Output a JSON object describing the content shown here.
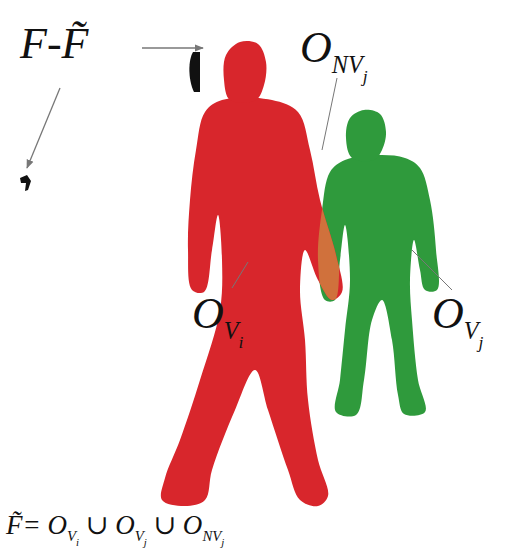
{
  "diagram": {
    "labels": [
      "F-F̃",
      "ONVj",
      "OVi",
      "OVj",
      "F̃= OVi ∪ OVj ∪ ONVj"
    ]
  }
}
